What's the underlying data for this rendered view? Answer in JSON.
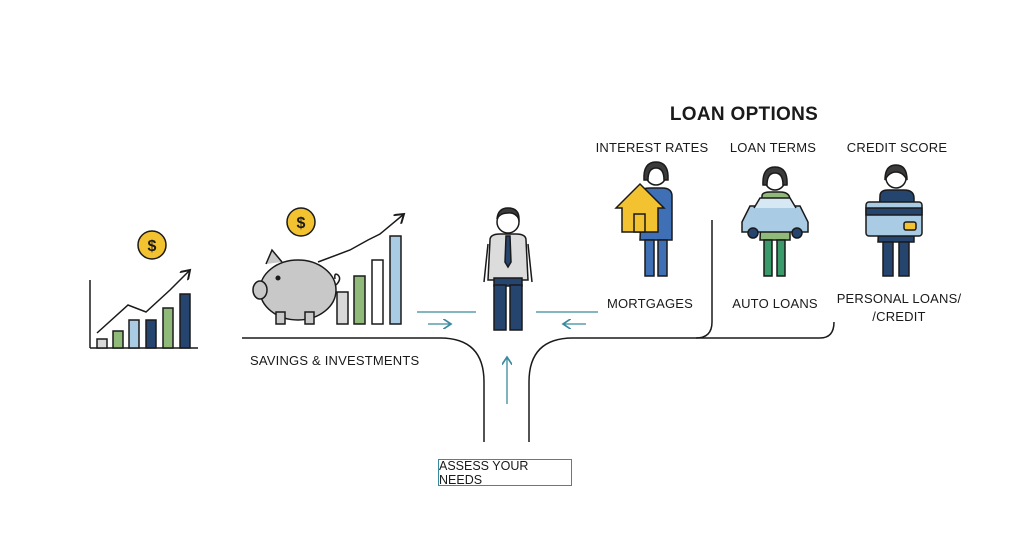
{
  "title": "LOAN OPTIONS",
  "savings_label": "SAVINGS & INVESTMENTS",
  "assess_label": "ASSESS YOUR NEEDS",
  "options": [
    {
      "header": "INTEREST RATES",
      "label": "MORTGAGES",
      "icon": "house-icon"
    },
    {
      "header": "LOAN TERMS",
      "label": "AUTO LOANS",
      "icon": "car-icon"
    },
    {
      "header": "CREDIT SCORE",
      "label_line1": "PERSONAL LOANS/",
      "label_line2": "/CREDIT",
      "icon": "credit-card-icon"
    }
  ],
  "colors": {
    "gold": "#f2c230",
    "navy": "#26456e",
    "blue": "#3f6fb5",
    "light_blue": "#a9cbe3",
    "green": "#8fba7a",
    "teal": "#3a8a9e",
    "gray": "#c8c8c8"
  }
}
